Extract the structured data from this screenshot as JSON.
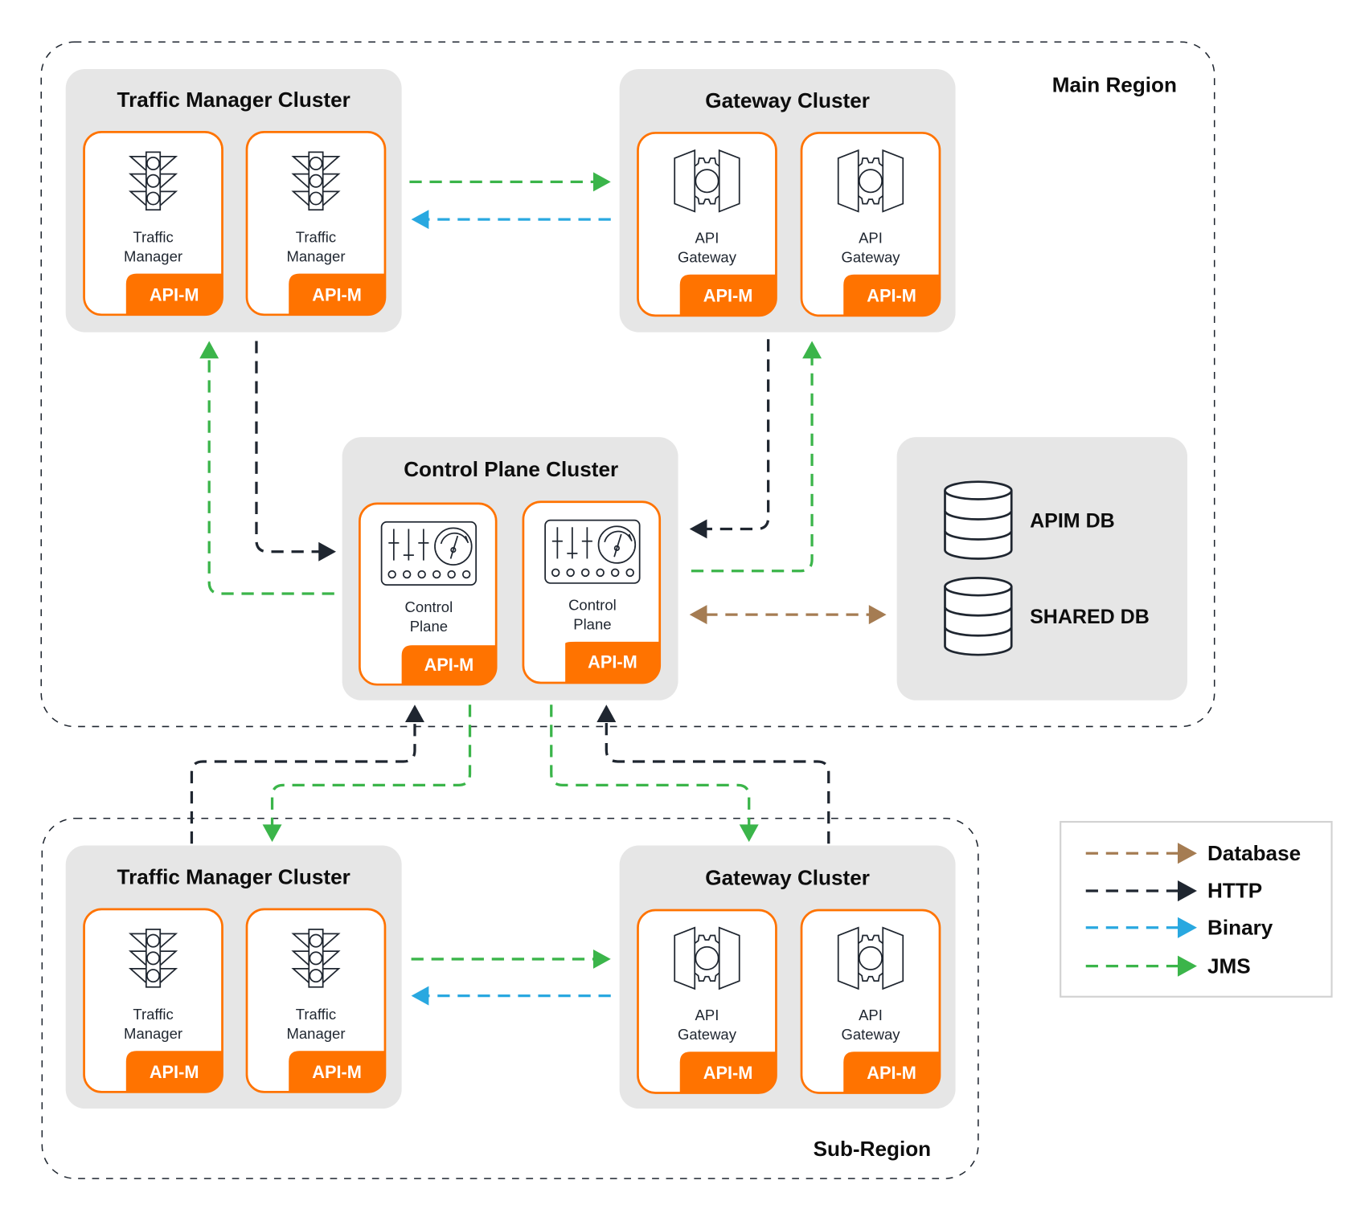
{
  "regions": {
    "main": {
      "label": "Main Region"
    },
    "sub": {
      "label": "Sub-Region"
    }
  },
  "main_region": {
    "traffic_manager_cluster": {
      "title": "Traffic Manager Cluster",
      "nodes": [
        {
          "label_line1": "Traffic",
          "label_line2": "Manager",
          "badge": "API-M",
          "icon": "traffic-light-icon"
        },
        {
          "label_line1": "Traffic",
          "label_line2": "Manager",
          "badge": "API-M",
          "icon": "traffic-light-icon"
        }
      ]
    },
    "gateway_cluster": {
      "title": "Gateway Cluster",
      "nodes": [
        {
          "label_line1": "API",
          "label_line2": "Gateway",
          "badge": "API-M",
          "icon": "gateway-gear-icon"
        },
        {
          "label_line1": "API",
          "label_line2": "Gateway",
          "badge": "API-M",
          "icon": "gateway-gear-icon"
        }
      ]
    },
    "control_plane_cluster": {
      "title": "Control Plane Cluster",
      "nodes": [
        {
          "label_line1": "Control",
          "label_line2": "Plane",
          "badge": "API-M",
          "icon": "control-panel-icon"
        },
        {
          "label_line1": "Control",
          "label_line2": "Plane",
          "badge": "API-M",
          "icon": "control-panel-icon"
        }
      ]
    },
    "databases": [
      {
        "label": "APIM DB",
        "icon": "database-icon"
      },
      {
        "label": "SHARED DB",
        "icon": "database-icon"
      }
    ]
  },
  "sub_region": {
    "traffic_manager_cluster": {
      "title": "Traffic Manager Cluster",
      "nodes": [
        {
          "label_line1": "Traffic",
          "label_line2": "Manager",
          "badge": "API-M",
          "icon": "traffic-light-icon"
        },
        {
          "label_line1": "Traffic",
          "label_line2": "Manager",
          "badge": "API-M",
          "icon": "traffic-light-icon"
        }
      ]
    },
    "gateway_cluster": {
      "title": "Gateway Cluster",
      "nodes": [
        {
          "label_line1": "API",
          "label_line2": "Gateway",
          "badge": "API-M",
          "icon": "gateway-gear-icon"
        },
        {
          "label_line1": "API",
          "label_line2": "Gateway",
          "badge": "API-M",
          "icon": "gateway-gear-icon"
        }
      ]
    }
  },
  "connections": [
    {
      "from": "Main Traffic Manager Cluster",
      "to": "Main Gateway Cluster",
      "type": "JMS"
    },
    {
      "from": "Main Gateway Cluster",
      "to": "Main Traffic Manager Cluster",
      "type": "Binary"
    },
    {
      "from": "Main Traffic Manager Cluster",
      "to": "Control Plane Cluster",
      "type": "HTTP"
    },
    {
      "from": "Control Plane Cluster",
      "to": "Main Traffic Manager Cluster",
      "type": "JMS"
    },
    {
      "from": "Main Gateway Cluster",
      "to": "Control Plane Cluster",
      "type": "HTTP"
    },
    {
      "from": "Control Plane Cluster",
      "to": "Main Gateway Cluster",
      "type": "JMS"
    },
    {
      "from": "Control Plane Cluster",
      "to": "Databases",
      "type": "Database",
      "bidirectional": true
    },
    {
      "from": "Sub Traffic Manager Cluster",
      "to": "Control Plane Cluster",
      "type": "HTTP"
    },
    {
      "from": "Control Plane Cluster",
      "to": "Sub Traffic Manager Cluster",
      "type": "JMS"
    },
    {
      "from": "Control Plane Cluster",
      "to": "Sub Gateway Cluster",
      "type": "JMS"
    },
    {
      "from": "Sub Gateway Cluster",
      "to": "Control Plane Cluster",
      "type": "HTTP"
    },
    {
      "from": "Sub Traffic Manager Cluster",
      "to": "Sub Gateway Cluster",
      "type": "JMS"
    },
    {
      "from": "Sub Gateway Cluster",
      "to": "Sub Traffic Manager Cluster",
      "type": "Binary"
    }
  ],
  "legend": {
    "items": [
      {
        "label": "Database",
        "color": "#a57c52"
      },
      {
        "label": "HTTP",
        "color": "#1f2630"
      },
      {
        "label": "Binary",
        "color": "#29a8e0"
      },
      {
        "label": "JMS",
        "color": "#3bb54a"
      }
    ]
  },
  "colors": {
    "brand_orange": "#ff7300",
    "cluster_gray": "#e6e6e6",
    "icon_dark": "#1f2630"
  }
}
